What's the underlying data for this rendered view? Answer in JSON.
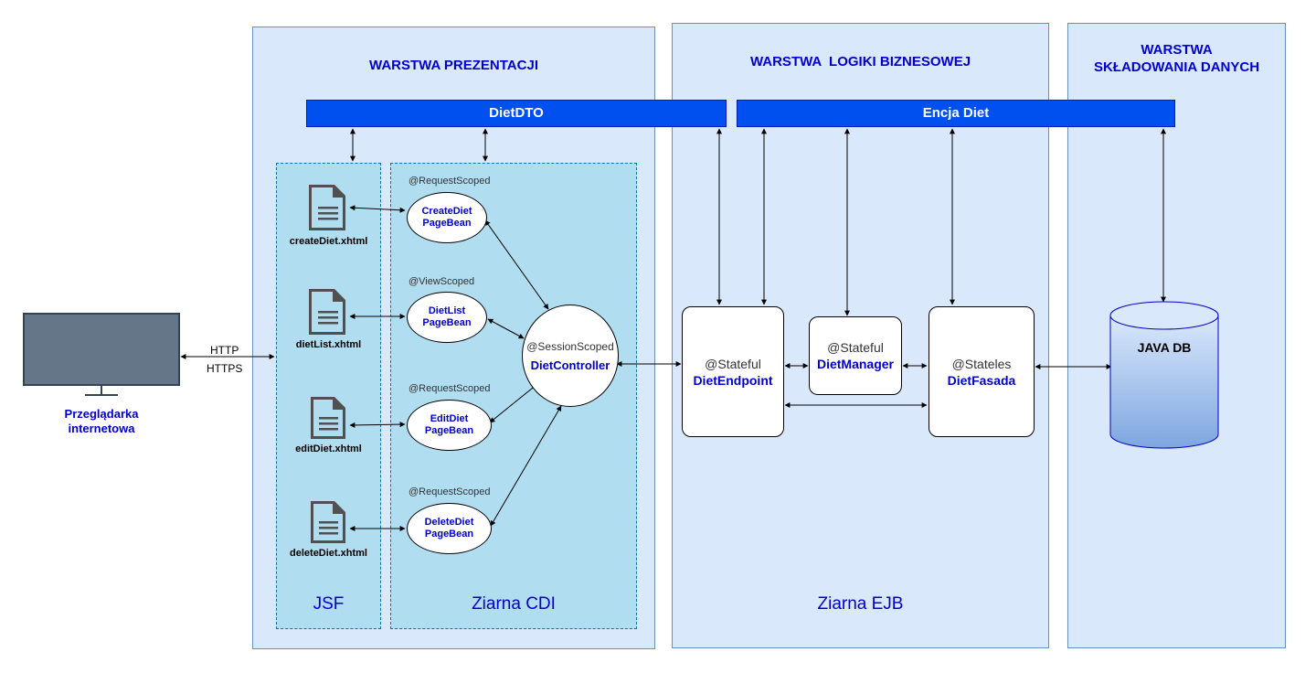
{
  "layers": {
    "presentation": {
      "title": "WARSTWA PREZENTACJI"
    },
    "business": {
      "title": "WARSTWA  LOGIKI BIZNESOWEJ",
      "bottom_label": "Ziarna EJB"
    },
    "storage": {
      "title_line1": "WARSTWA",
      "title_line2": "SKŁADOWANIA DANYCH"
    }
  },
  "bars": {
    "dto": "DietDTO",
    "entity": "Encja Diet"
  },
  "jsf": {
    "label": "JSF",
    "pages": [
      "createDiet.xhtml",
      "dietList.xhtml",
      "editDiet.xhtml",
      "deleteDiet.xhtml"
    ]
  },
  "cdi": {
    "label": "Ziarna CDI",
    "beans": [
      {
        "scope": "@RequestScoped",
        "line1": "CreateDiet",
        "line2": "PageBean"
      },
      {
        "scope": "@ViewScoped",
        "line1": "DietList",
        "line2": "PageBean"
      },
      {
        "scope": "@RequestScoped",
        "line1": "EditDiet",
        "line2": "PageBean"
      },
      {
        "scope": "@RequestScoped",
        "line1": "DeleteDiet",
        "line2": "PageBean"
      }
    ],
    "controller": {
      "scope": "@SessionScoped",
      "name": "DietController"
    }
  },
  "ejb": {
    "endpoint": {
      "scope": "@Stateful",
      "name": "DietEndpoint"
    },
    "manager": {
      "scope": "@Stateful",
      "name": "DietManager"
    },
    "facade": {
      "scope": "@Stateles",
      "name": "DietFasada"
    }
  },
  "database": {
    "label": "JAVA DB"
  },
  "browser": {
    "line1": "Przeglądarka",
    "line2": "internetowa"
  },
  "protocols": {
    "http": "HTTP",
    "https": "HTTPS"
  },
  "colors": {
    "layer_fill": "#dae8fc",
    "subpanel_fill": "#b1ddf0",
    "bar_fill": "#0050ef",
    "text_blue": "#0000cc",
    "monitor": "#647687"
  }
}
